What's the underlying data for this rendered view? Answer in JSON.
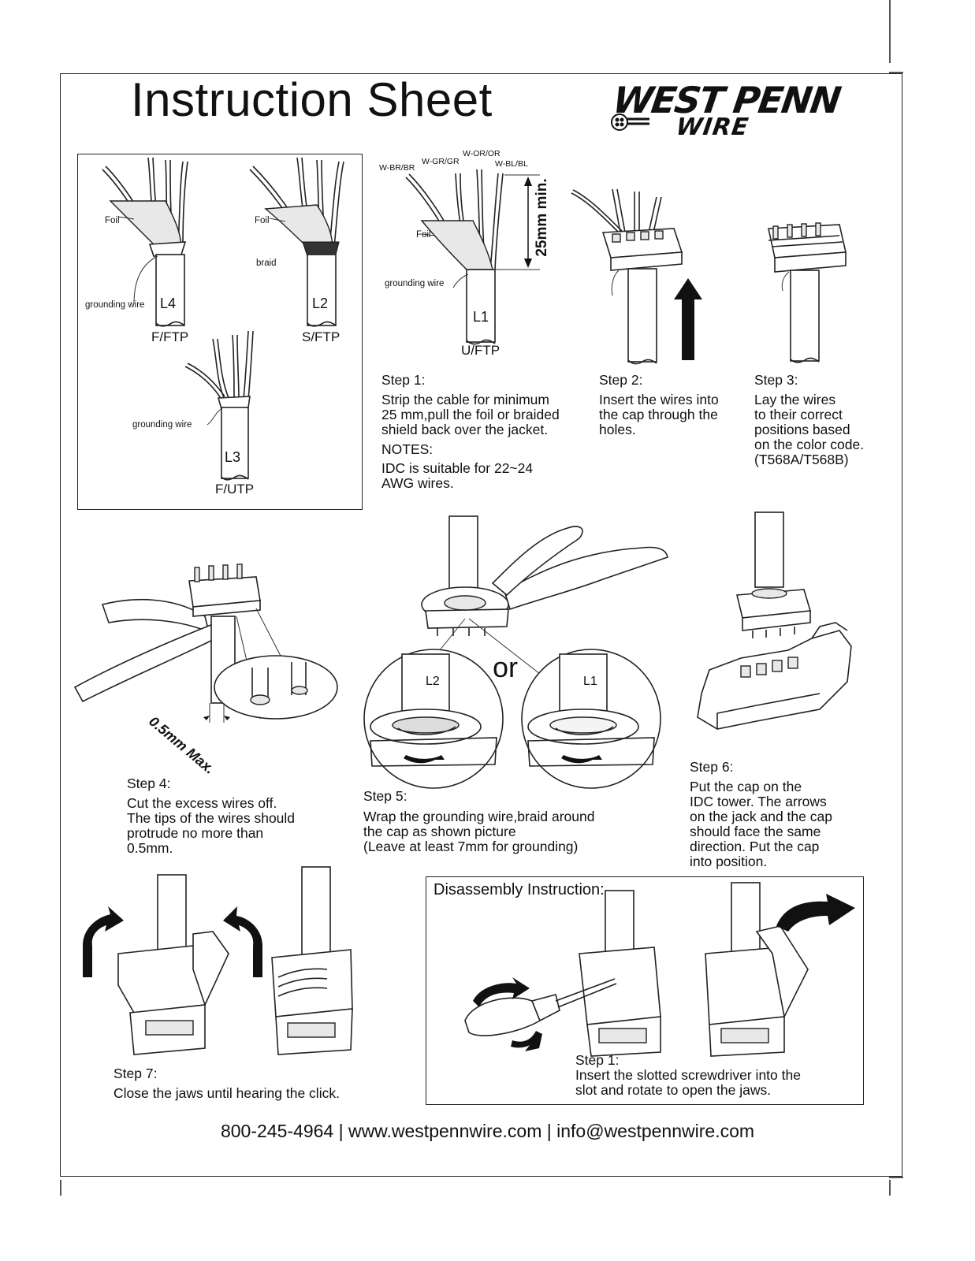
{
  "header": {
    "title": "Instruction Sheet",
    "logo_top": "WEST PENN",
    "logo_bottom": "WIRE"
  },
  "cable_types": [
    {
      "code": "L4",
      "name": "F/FTP",
      "labels": [
        "Foil",
        "grounding wire"
      ]
    },
    {
      "code": "L2",
      "name": "S/FTP",
      "labels": [
        "Foil",
        "braid"
      ]
    },
    {
      "code": "L3",
      "name": "F/UTP",
      "labels": [
        "grounding wire"
      ]
    },
    {
      "code": "L1",
      "name": "U/FTP",
      "labels": [
        "Foil",
        "grounding wire"
      ]
    }
  ],
  "wire_pairs": [
    "W-BR/BR",
    "W-GR/GR",
    "W-OR/OR",
    "W-BL/BL"
  ],
  "strip_length": "25mm min.",
  "cut_tolerance": "0.5mm Max.",
  "steps": [
    {
      "title": "Step 1:",
      "lines": [
        "Strip the cable for minimum",
        "25 mm,pull the foil or braided",
        "shield back over the jacket."
      ]
    },
    {
      "title": "Step 2:",
      "lines": [
        "Insert the wires into",
        "the cap through the",
        "holes."
      ]
    },
    {
      "title": "Step 3:",
      "lines": [
        "Lay the wires",
        "to their correct",
        "positions based",
        "on the color code.",
        "(T568A/T568B)"
      ]
    },
    {
      "title": "Step 4:",
      "lines": [
        "Cut the excess wires off.",
        "The tips of the wires should",
        "protrude no more than",
        "0.5mm."
      ]
    },
    {
      "title": "Step 5:",
      "lines": [
        "Wrap the grounding wire,braid around",
        "the cap as shown picture",
        "(Leave at least 7mm for grounding)"
      ]
    },
    {
      "title": "Step 6:",
      "lines": [
        "Put the cap on the",
        "IDC tower. The arrows",
        "on the jack and the cap",
        "should face the same",
        "direction. Put the cap",
        "into position."
      ]
    },
    {
      "title": "Step 7:",
      "lines": [
        "Close the jaws until hearing the click."
      ]
    }
  ],
  "notes": {
    "title": "NOTES:",
    "lines": [
      "IDC is suitable for 22~24",
      "AWG  wires."
    ]
  },
  "or_label": "or",
  "detail_labels": [
    "L2",
    "L1"
  ],
  "disassembly": {
    "title": "Disassembly Instruction:",
    "step_title": "Step 1:",
    "lines": [
      "Insert the slotted screwdriver into the",
      "slot and rotate to open the jaws."
    ]
  },
  "footer": "800-245-4964 | www.westpennwire.com | info@westpennwire.com"
}
